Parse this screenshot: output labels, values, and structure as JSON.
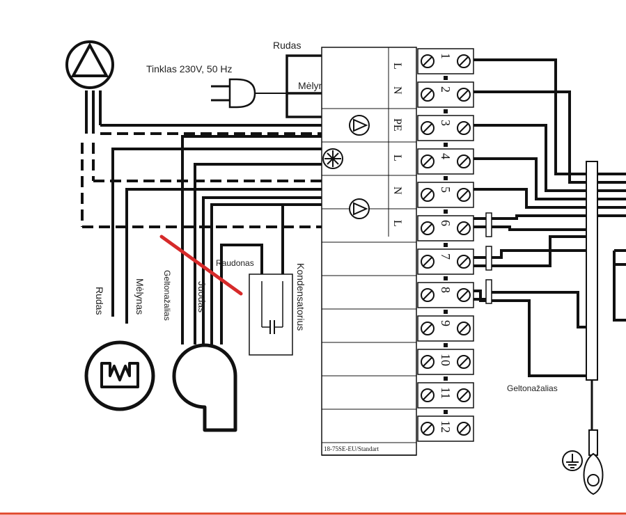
{
  "diagram": {
    "mains_label": "Tinklas 230V, 50 Hz",
    "wire_brown_top": "Rudas",
    "wire_blue_top": "Mėlynas",
    "wire_brown_left": "Rudas",
    "wire_blue_left": "Mėlynas",
    "wire_yellowgreen_left": "Geltonažalias",
    "wire_black_left": "Juodas",
    "wire_red": "Raudonas",
    "capacitor_label": "Kondensatorius",
    "wire_yellowgreen_right": "Geltonažalias",
    "controller_model": "18-75SE-EU/Standart",
    "slot_labels": [
      "L",
      "N",
      "PE",
      "L",
      "N",
      "L"
    ],
    "terminal_numbers": [
      "1",
      "2",
      "3",
      "4",
      "5",
      "6",
      "7",
      "8",
      "9",
      "10",
      "11",
      "12"
    ],
    "colors": {
      "line": "#111111",
      "annotation": "#d62a2a",
      "border_bottom": "#e0462a"
    },
    "icons": [
      "pump-icon",
      "fan-icon",
      "motor-icon",
      "blower-icon",
      "ground-icon"
    ]
  }
}
